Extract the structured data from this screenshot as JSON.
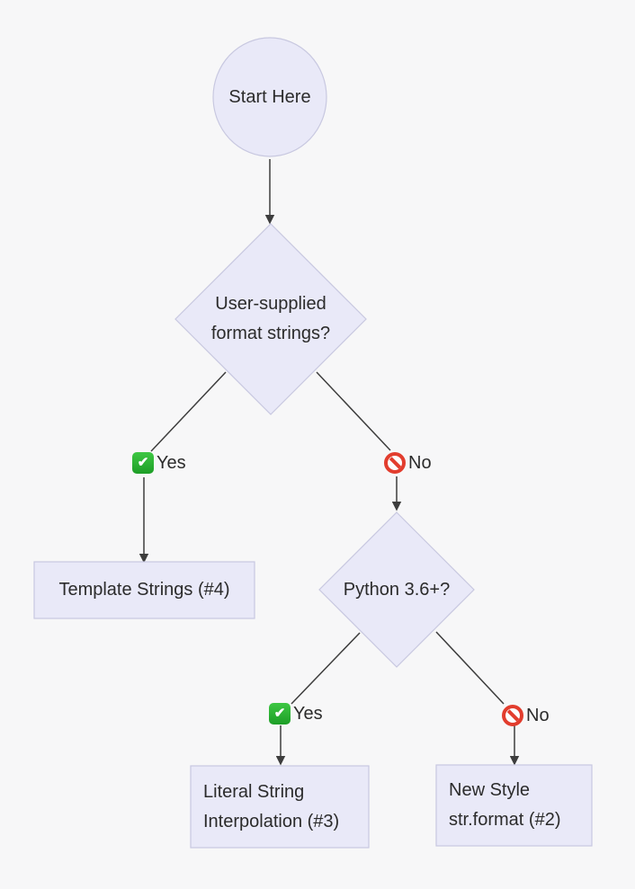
{
  "theme": {
    "page_bg": "#f7f7f8",
    "node_fill": "#e9e9f8",
    "node_stroke": "#c8c8e0",
    "edge_color": "#3d3d3d",
    "text_color": "#2b2b2b",
    "check_green": "#3ec743",
    "check_green_dark": "#1d9e27",
    "no_red": "#e23d2e"
  },
  "nodes": {
    "start": {
      "label": "Start Here"
    },
    "decision_format": {
      "line1": "User-supplied",
      "line2": "format strings?"
    },
    "template_strings": {
      "label": "Template Strings (#4)"
    },
    "decision_python": {
      "label": "Python 3.6+?"
    },
    "literal_interpolation": {
      "line1": "Literal String",
      "line2": "Interpolation (#3)"
    },
    "new_style": {
      "line1": "New Style",
      "line2": "str.format (#2)"
    }
  },
  "edges": {
    "yes1": {
      "text": "Yes"
    },
    "no1": {
      "text": "No"
    },
    "yes2": {
      "text": "Yes"
    },
    "no2": {
      "text": "No"
    }
  },
  "icons": {
    "check_glyph": "✔"
  }
}
